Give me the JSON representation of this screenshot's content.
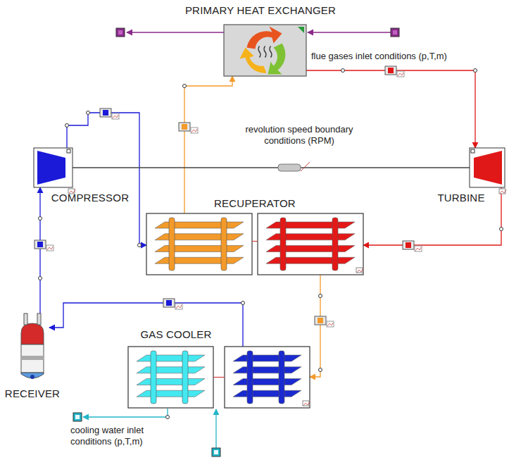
{
  "diagram": {
    "nodes": [
      {
        "text": [
          "PRIMARY HEAT EXCHANGER"
        ]
      },
      {
        "text": [
          "COMPRESSOR"
        ]
      },
      {
        "text": [
          "TURBINE"
        ]
      },
      {
        "text": [
          "RECUPERATOR"
        ]
      },
      {
        "text": [
          "RECEIVER"
        ]
      },
      {
        "text": [
          "GAS COOLER"
        ]
      }
    ],
    "edges": [
      {
        "from": 1,
        "to": 3,
        "arrow": "to"
      },
      {
        "from": 3,
        "to": 0,
        "arrow": "to"
      },
      {
        "from": 0,
        "to": 2,
        "arrow": "to"
      },
      {
        "from": 2,
        "to": 3,
        "arrow": "to"
      },
      {
        "from": 3,
        "to": 5,
        "arrow": "to"
      },
      {
        "from": 5,
        "to": 4,
        "arrow": "to"
      },
      {
        "from": 4,
        "to": 1,
        "arrow": "to"
      },
      {
        "from": 1,
        "to": 2,
        "arrow": "none"
      }
    ],
    "labels": [
      "flue gases inlet conditions (p,T,m)",
      "revolution speed boundary conditions (RPM)",
      "cooling water inlet conditions (p,T,m)"
    ]
  }
}
